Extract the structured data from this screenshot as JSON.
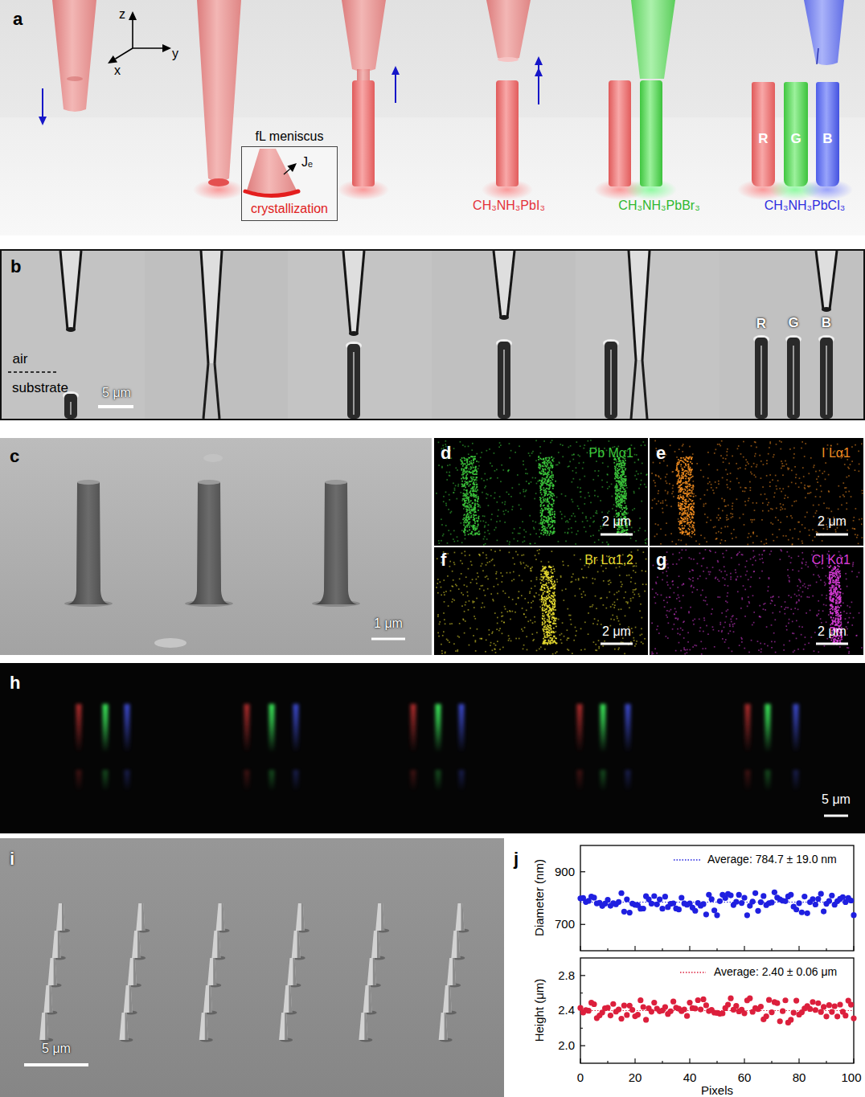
{
  "diagram": {
    "nodes": [
      {
        "text": [
          "fL meniscus",
          "Jₑ",
          "crystallization"
        ]
      },
      {
        "text": [
          "R"
        ]
      },
      {
        "text": [
          "G"
        ]
      },
      {
        "text": [
          "B"
        ]
      }
    ],
    "labels": [
      "a",
      "z",
      "y",
      "x",
      "CH₃NH₃PbI₃",
      "CH₃NH₃PbBr₃",
      "CH₃NH₃PbCl₃",
      "b",
      "air",
      "substrate",
      "5 μm",
      "R",
      "G",
      "B",
      "c",
      "1 μm",
      "d",
      "Pb Mα1",
      "2 μm",
      "e",
      "I Lα1",
      "2 μm",
      "f",
      "Br Lα1,2",
      "2 μm",
      "g",
      "Cl Kα1",
      "2 μm",
      "h",
      "5 μm",
      "i",
      "5 μm",
      "j",
      "900",
      "700",
      "Diameter (nm)",
      "2.8",
      "2.4",
      "2.0",
      "Height (μm)",
      "0",
      "20",
      "40",
      "60",
      "80",
      "100",
      "Pixels"
    ],
    "legend": [
      {
        "text": "Average: 784.7 ± 19.0 nm"
      },
      {
        "text": "Average: 2.40 ± 0.06 μm"
      }
    ]
  }
}
